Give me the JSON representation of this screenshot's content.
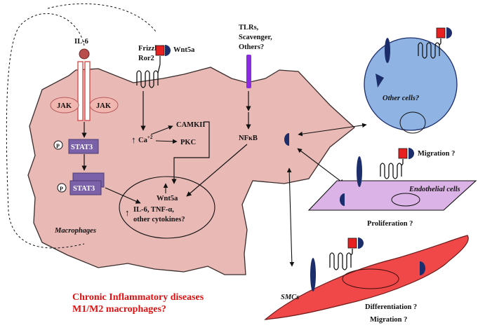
{
  "colors": {
    "macrophage_fill": "#e8b9b5",
    "macrophage_stroke": "#3a2d2d",
    "receptor_red": "#e82020",
    "receptor_navy": "#1b2d6b",
    "tlr_purple": "#8a2be2",
    "stat_purple": "#7b62a8",
    "jak_pink": "#f2b6b0",
    "other_cell_blue": "#8fb3e2",
    "endothelial_lilac": "#dcb3e6",
    "smc_red": "#f04848",
    "title_red": "#e01010"
  },
  "labels": {
    "il6": "IL-6",
    "jak_left": "JAK",
    "jak_right": "JAK",
    "stat3_a": "STAT3",
    "stat3_b": "STAT3",
    "phospho_a": "P",
    "phospho_b": "P",
    "frizzled": "Frizzled",
    "ror2": "Ror2",
    "wnt5a_top": "Wnt5a",
    "tlrs_line1": "TLRs,",
    "tlrs_line2": "Scavenger,",
    "tlrs_line3": "Others?",
    "camkii": "CAMKII",
    "pkc": "PKC",
    "calcium": "Ca",
    "calcium_sup": "+2",
    "up_arrow": "↑",
    "nfkb": "NFκB",
    "wnt5a_nucleus": "Wnt5a",
    "cytokines_line1": "IL-6, TNF-α,",
    "cytokines_line2": "other cytokines?",
    "macrophages": "Macrophages",
    "other_cells": "Other cells?",
    "migration_1": "Migration ?",
    "endothelial_cells": "Endothelial cells",
    "proliferation": "Proliferation ?",
    "smcs": "SMCs",
    "differentiation": "Differentiation ?",
    "migration_2": "Migration ?",
    "chronic_line1": "Chronic Inflammatory diseases",
    "chronic_line2": "M1/M2 macrophages?"
  }
}
